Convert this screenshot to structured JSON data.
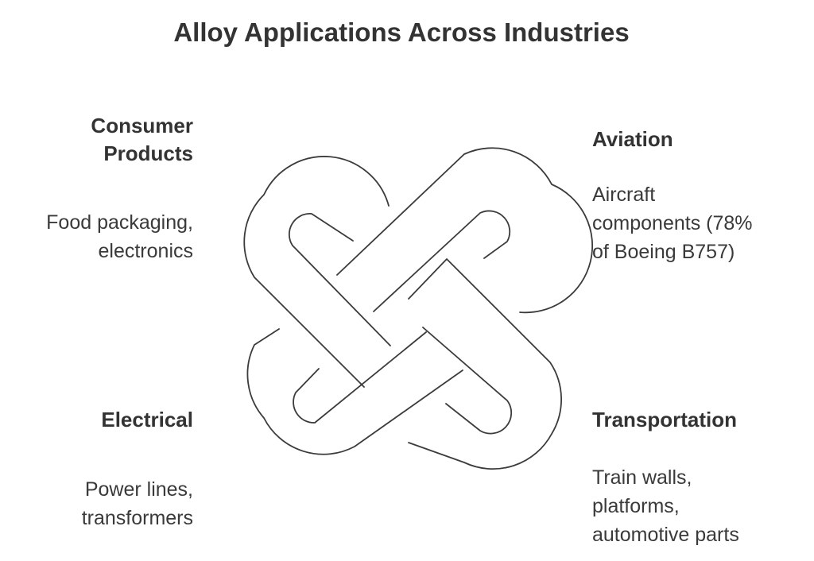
{
  "title": "Alloy Applications Across Industries",
  "sections": {
    "consumer": {
      "heading": "Consumer\nProducts",
      "description": "Food packaging,\nelectronics"
    },
    "aviation": {
      "heading": "Aviation",
      "description": "Aircraft\ncomponents (78%\nof Boeing B757)"
    },
    "electrical": {
      "heading": "Electrical",
      "description": "Power lines,\ntransformers"
    },
    "transportation": {
      "heading": "Transportation",
      "description": "Train walls,\nplatforms,\nautomotive parts"
    }
  },
  "colors": {
    "stroke": "#3b3b3b",
    "fill": "#ffffff"
  },
  "icons": {
    "center": "interlocking-loops-icon"
  }
}
